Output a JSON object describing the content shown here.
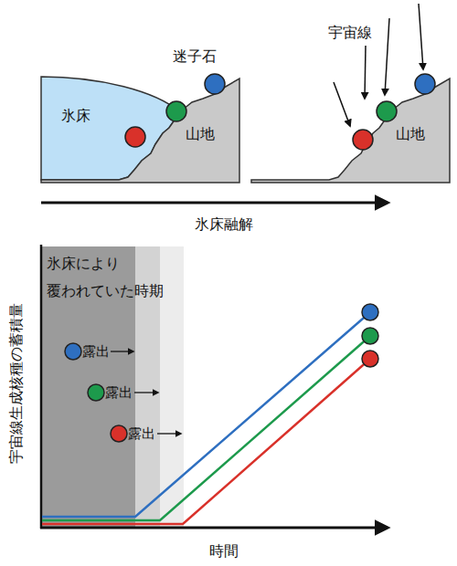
{
  "diagram": {
    "nodes": [
      {
        "text": [
          "氷床"
        ]
      },
      {
        "text": [
          "山地"
        ]
      },
      {
        "text": [
          "山地"
        ]
      },
      {
        "text": [
          "氷床により 覆われていた時期"
        ]
      }
    ],
    "labels": [
      "迷子石",
      "宇宙線",
      "氷床融解",
      "露出",
      "露出",
      "露出",
      "宇宙線生成核種の蓄積量",
      "時間"
    ]
  }
}
